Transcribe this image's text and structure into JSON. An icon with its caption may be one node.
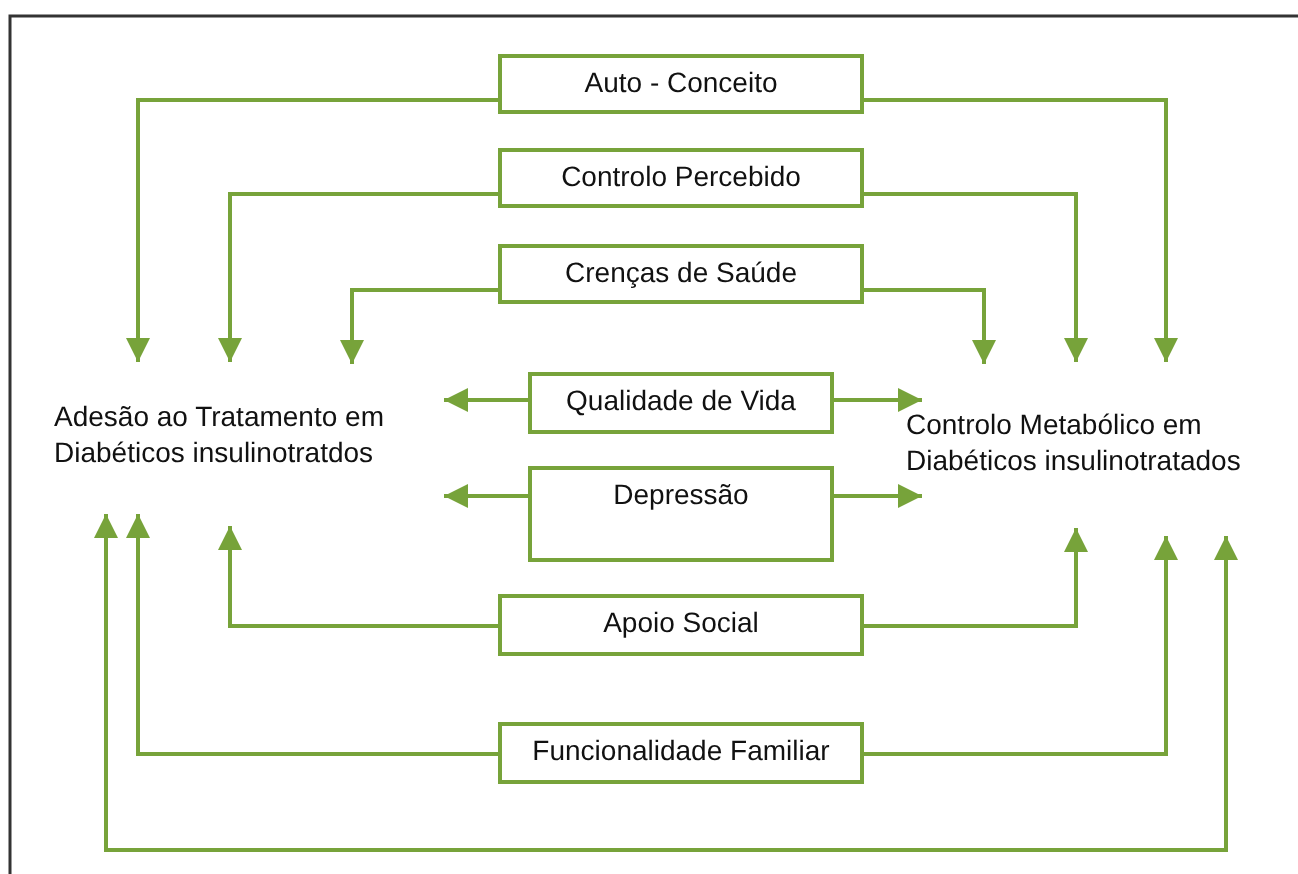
{
  "diagram": {
    "nodes": [
      {
        "text": [
          "Auto - Conceito"
        ]
      },
      {
        "text": [
          "Controlo Percebido"
        ]
      },
      {
        "text": [
          "Crenças de Saúde"
        ]
      },
      {
        "text": [
          "Adesão ao Tratamento em Diabéticos insulinotratdos"
        ]
      },
      {
        "text": [
          "Qualidade de Vida"
        ]
      },
      {
        "text": [
          "Controlo Metabólico em Diabéticos insulinotratados"
        ]
      },
      {
        "text": [
          "Depressão"
        ]
      },
      {
        "text": [
          "Apoio Social"
        ]
      },
      {
        "text": [
          "Funcionalidade Familiar"
        ]
      }
    ],
    "edges": [
      {
        "from": 0,
        "to": 3,
        "arrow": "to"
      },
      {
        "from": 0,
        "to": 5,
        "arrow": "to"
      },
      {
        "from": 1,
        "to": 3,
        "arrow": "to"
      },
      {
        "from": 1,
        "to": 5,
        "arrow": "to"
      },
      {
        "from": 2,
        "to": 3,
        "arrow": "to"
      },
      {
        "from": 2,
        "to": 5,
        "arrow": "to"
      },
      {
        "from": 4,
        "to": 3,
        "arrow": "to"
      },
      {
        "from": 4,
        "to": 5,
        "arrow": "to"
      },
      {
        "from": 6,
        "to": 3,
        "arrow": "to"
      },
      {
        "from": 6,
        "to": 5,
        "arrow": "to"
      },
      {
        "from": 7,
        "to": 3,
        "arrow": "to"
      },
      {
        "from": 7,
        "to": 5,
        "arrow": "to"
      },
      {
        "from": 8,
        "to": 3,
        "arrow": "to"
      },
      {
        "from": 8,
        "to": 5,
        "arrow": "to"
      },
      {
        "from": 3,
        "to": 5,
        "arrow": "both"
      }
    ]
  }
}
